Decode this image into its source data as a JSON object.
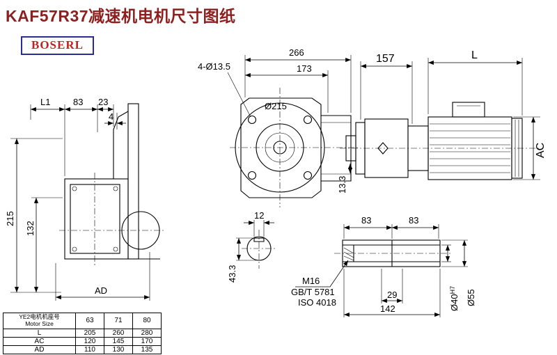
{
  "title": "KAF57R37减速机电机尺寸图纸",
  "logo": "BOSERL",
  "dims": {
    "overall_width": "266",
    "flange_width": "173",
    "mount_holes": "4-Ø13.5",
    "flange_dia": "Ø215",
    "adapter_len": "157",
    "motor_len": "L",
    "motor_dia": "AC",
    "shaft_step": "13.3",
    "l1": "L1",
    "top_83": "83",
    "top_23": "23",
    "top_4": "4",
    "height_215": "215",
    "height_132": "132",
    "housing_width": "AD",
    "key_width": "12",
    "key_depth": "43.3",
    "hub_83_left": "83",
    "hub_83_right": "83",
    "thread": "M16",
    "std_gb": "GB/T 5781",
    "std_iso": "ISO 4018",
    "len_29": "29",
    "len_142": "142",
    "bore_dia": "Ø40",
    "bore_tol": "H7",
    "hub_dia": "Ø55"
  },
  "table": {
    "header_cn": "YE2电机机座号",
    "header_en": "Motor Size",
    "frame_sizes": [
      "63",
      "71",
      "80"
    ],
    "rows": [
      {
        "label": "L",
        "values": [
          "205",
          "260",
          "280"
        ]
      },
      {
        "label": "AC",
        "values": [
          "120",
          "145",
          "170"
        ]
      },
      {
        "label": "AD",
        "values": [
          "110",
          "130",
          "135"
        ]
      }
    ]
  }
}
